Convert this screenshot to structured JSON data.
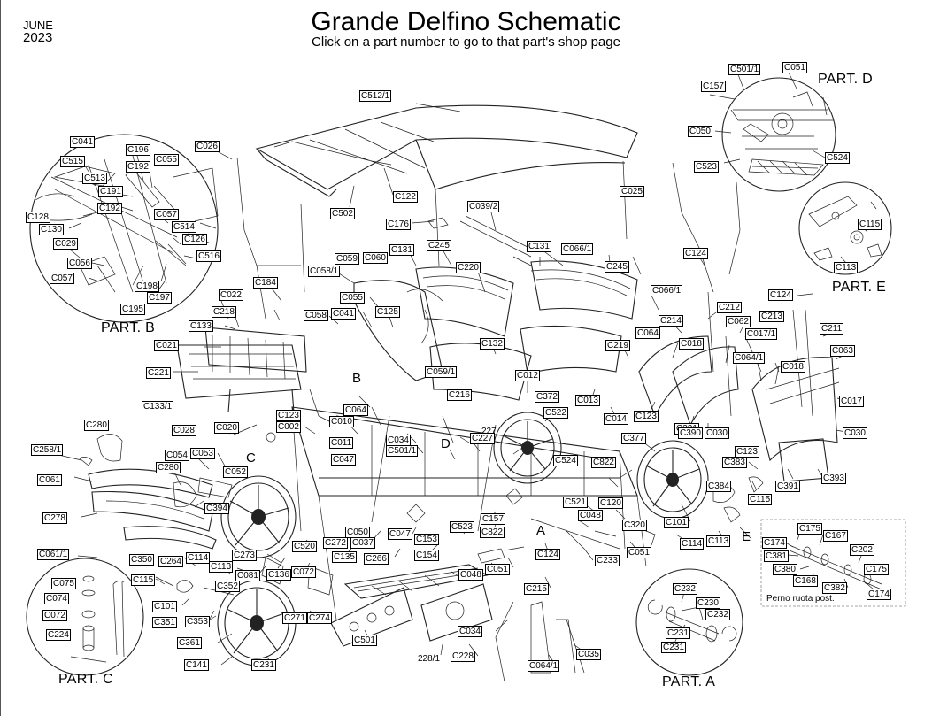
{
  "header": {
    "month": "JUNE",
    "year": "2023",
    "title": "Grande Delfino Schematic",
    "subtitle": "Click on a part number to go to that part's shop page"
  },
  "sections": {
    "part_a": "PART. A",
    "part_b": "PART. B",
    "part_c": "PART. C",
    "part_d": "PART. D",
    "part_e": "PART. E"
  },
  "callout_letters": {
    "a": "A",
    "b": "B",
    "c": "C",
    "d": "D",
    "e": "E"
  },
  "notes": {
    "perno": "Perno ruota post.",
    "n228": "228/1",
    "n227": "227"
  },
  "parts": [
    "C512/1",
    "C501/1",
    "C051",
    "C157",
    "C050",
    "C523",
    "C524",
    "C041",
    "C196",
    "C515",
    "C192",
    "C055",
    "C513",
    "C191",
    "C192",
    "C128",
    "C130",
    "C057",
    "C514",
    "C126",
    "C029",
    "C516",
    "C056",
    "C198",
    "C057",
    "C197",
    "C195",
    "C026",
    "C502",
    "C122",
    "C176",
    "C039/2",
    "C025",
    "C115",
    "C113",
    "C124",
    "C131",
    "C066/1",
    "C245",
    "C059",
    "C060",
    "C131",
    "C245",
    "C058/1",
    "C220",
    "C184",
    "C022",
    "C055",
    "C218",
    "C058",
    "C041",
    "C125",
    "C133",
    "C066/1",
    "C214",
    "C212",
    "C064",
    "C062",
    "C213",
    "C124",
    "C021",
    "C219",
    "C017/1",
    "C211",
    "C018",
    "C064/1",
    "C063",
    "C132",
    "C221",
    "C059/1",
    "C012",
    "C018",
    "C017",
    "C216",
    "C372",
    "C013",
    "C133/1",
    "C123",
    "C522",
    "C014",
    "C123",
    "C010",
    "C064",
    "C002",
    "C028",
    "C020",
    "C321",
    "C390",
    "C030",
    "C030",
    "C377",
    "C034",
    "C501/1",
    "C227",
    "C011",
    "C054",
    "C053",
    "C047",
    "C280",
    "C123",
    "C383",
    "C524",
    "C822",
    "C258/1",
    "C052",
    "C280",
    "C061",
    "C384",
    "C391",
    "C393",
    "C394",
    "C521",
    "C120",
    "C115",
    "C523",
    "C157",
    "C048",
    "C278",
    "C050",
    "C047",
    "C822",
    "C101",
    "C320",
    "C175",
    "C167",
    "C153",
    "C037",
    "C272",
    "C114",
    "C113",
    "C174",
    "C202",
    "C061/1",
    "C520",
    "C273",
    "C135",
    "C266",
    "C154",
    "C124",
    "C233",
    "C051",
    "C381",
    "C175",
    "C350",
    "C264",
    "C114",
    "C136",
    "C072",
    "C051",
    "C380",
    "C168",
    "C075",
    "C113",
    "C081",
    "C048",
    "C382",
    "C174",
    "C115",
    "C352",
    "C215",
    "C232",
    "C074",
    "C230",
    "C232",
    "C101",
    "C271",
    "C274",
    "C072",
    "C351",
    "C353",
    "C501",
    "C231",
    "C034",
    "C231",
    "C224",
    "C361",
    "C035",
    "C141",
    "C231",
    "C228",
    "C064/1"
  ]
}
